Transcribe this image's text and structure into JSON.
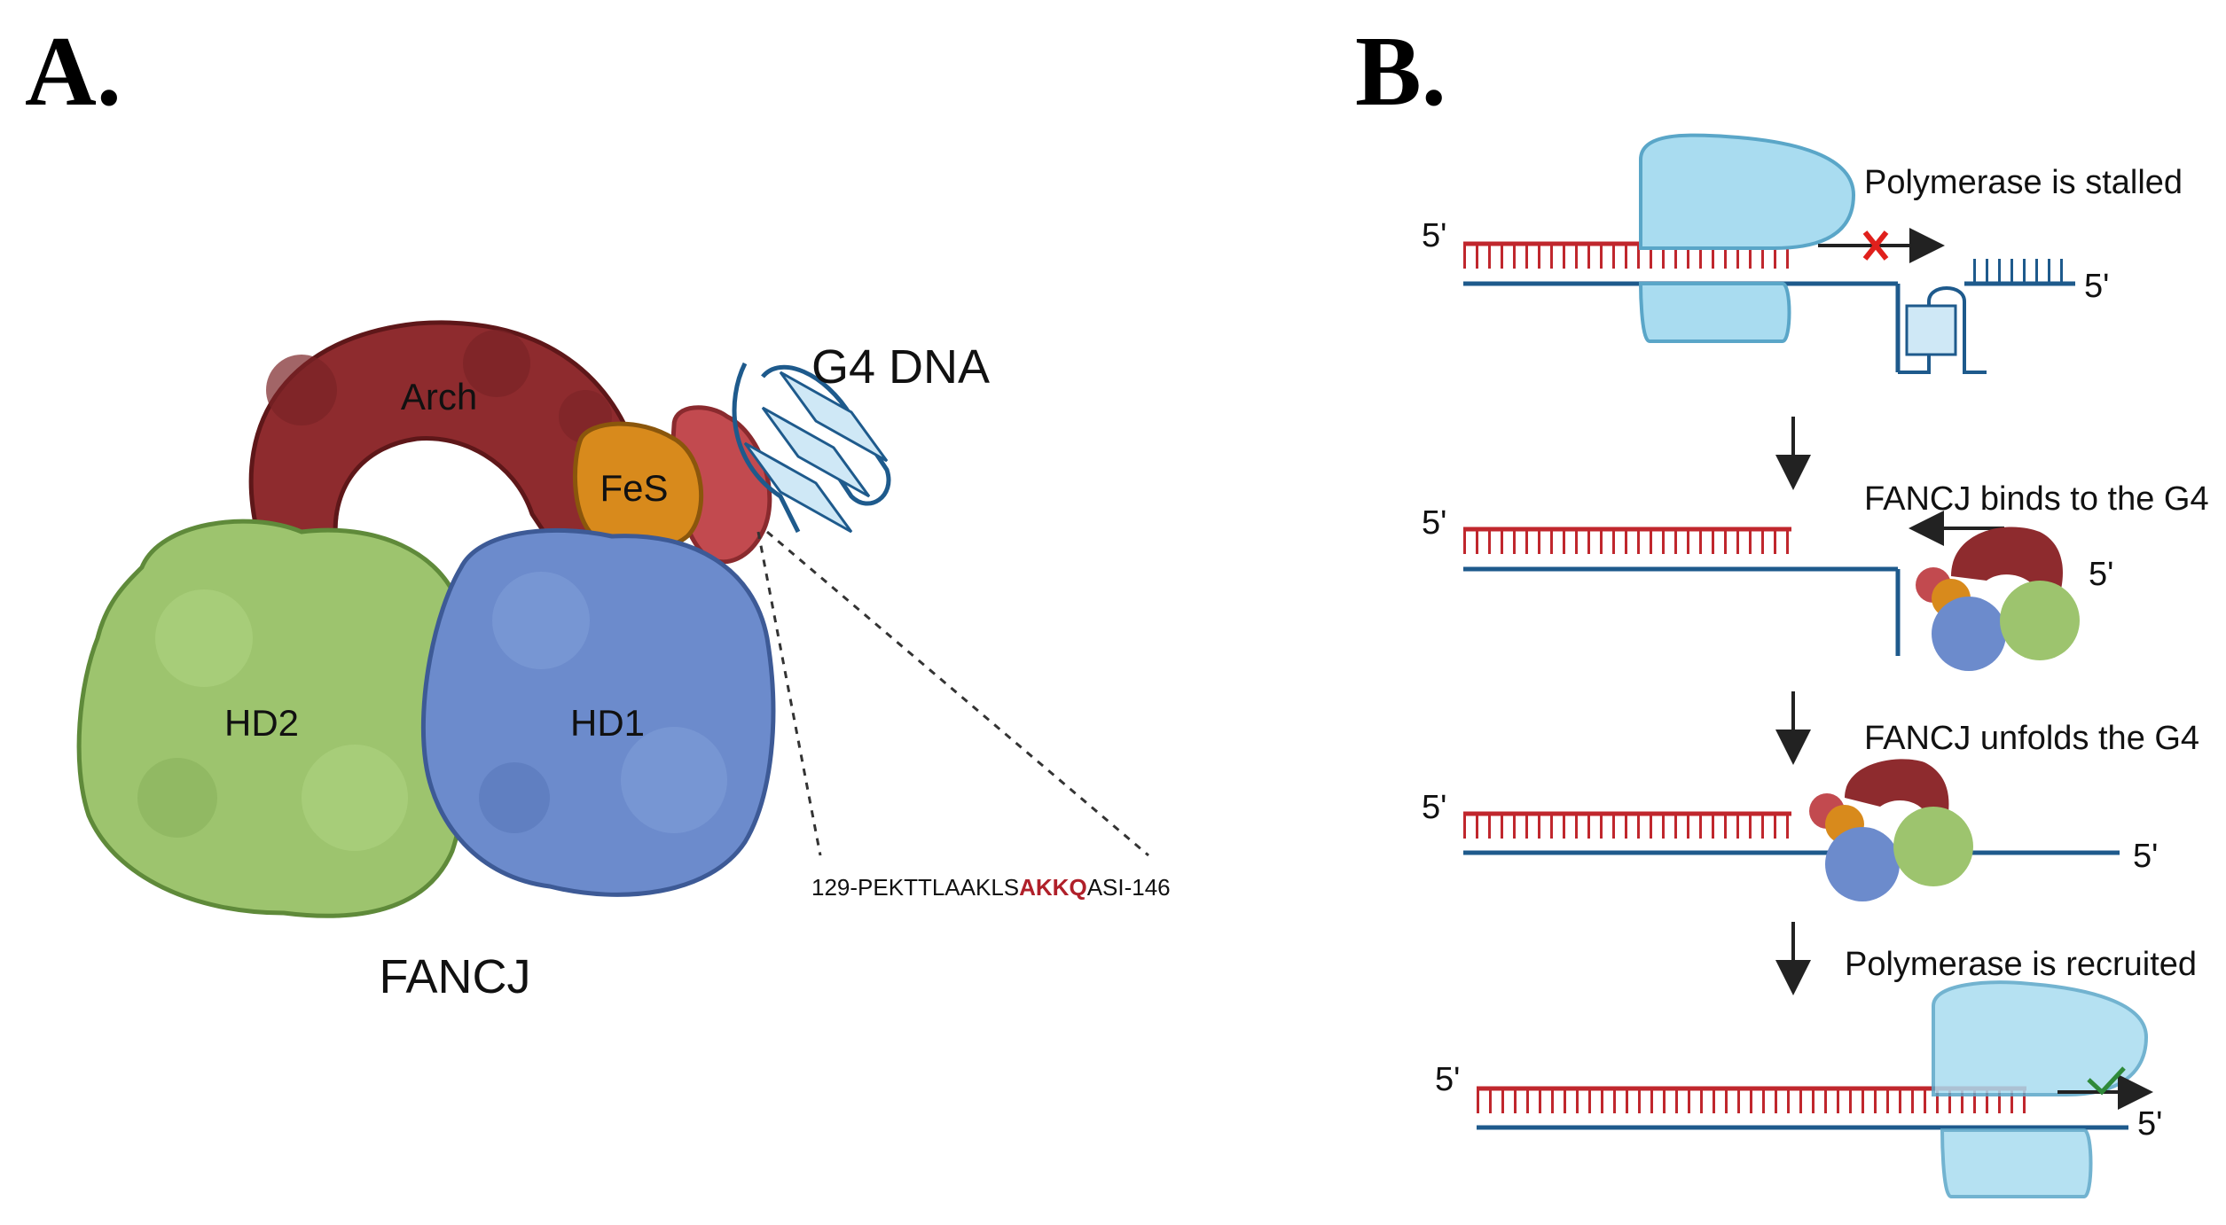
{
  "panel_a": {
    "letter": "A.",
    "arch_label": "Arch",
    "fes_label": "FeS",
    "g4_label": "G4 DNA",
    "hd2_label": "HD2",
    "hd1_label": "HD1",
    "protein_label": "FANCJ",
    "sequence_prefix": "129-PEKTTLAAKLS",
    "sequence_highlight": "AKKQ",
    "sequence_suffix": "ASI-146"
  },
  "panel_b": {
    "letter": "B.",
    "step1": {
      "label": "Polymerase is stalled",
      "prime_left": "5'",
      "prime_right": "5'"
    },
    "step2": {
      "label": "FANCJ binds to the G4",
      "prime_left": "5'",
      "prime_right": "5'"
    },
    "step3": {
      "label": "FANCJ unfolds the G4",
      "prime_left": "5'",
      "prime_right": "5'"
    },
    "step4": {
      "label": "Polymerase is recruited",
      "prime_left": "5'",
      "prime_right": "5'"
    }
  },
  "colors": {
    "hd2": "#9dc46e",
    "hd1": "#6c8bcc",
    "arch": "#8e2b2e",
    "fes": "#d88a1c",
    "nterm": "#c24a4f",
    "g4": "#1e5a8c",
    "g4_fill": "#cfe8f6",
    "strand_red": "#c0272d",
    "strand_blue": "#1e5a8c",
    "polymerase": "#a9dcf0",
    "stall_mark": "#e0201c",
    "check_mark": "#2f8a3a"
  },
  "icons": {
    "stall": "red-x-icon",
    "success": "green-check-icon",
    "step_arrow": "down-arrow-icon"
  }
}
